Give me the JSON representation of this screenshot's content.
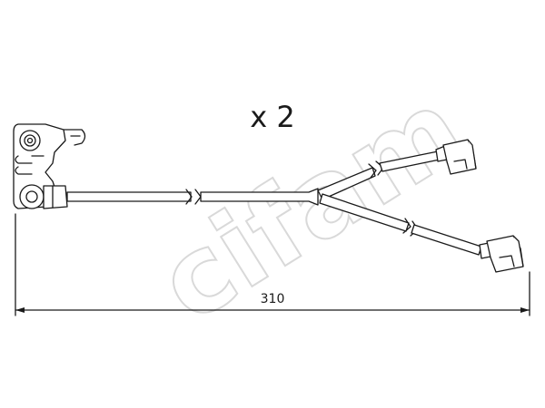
{
  "diagram": {
    "quantity_label": "x 2",
    "length_label": "310",
    "watermark_text": "cifam",
    "colors": {
      "line": "#1a1a1a",
      "watermark_fill": "#ffffff",
      "watermark_stroke": "#d9d9d9",
      "background": "#ffffff"
    }
  }
}
